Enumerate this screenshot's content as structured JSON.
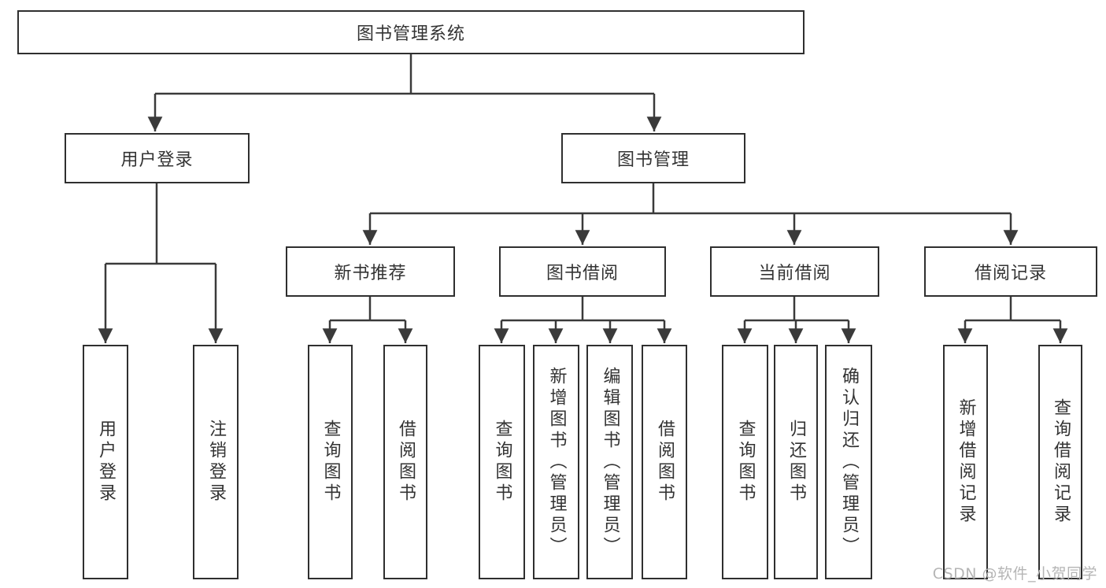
{
  "title": "图书管理系统",
  "branches": {
    "user": {
      "label": "用户登录",
      "leaves": [
        "用户登录",
        "注销登录"
      ]
    },
    "book": {
      "label": "图书管理",
      "sections": [
        {
          "label": "新书推荐",
          "leaves": [
            "查询图书",
            "借阅图书"
          ]
        },
        {
          "label": "图书借阅",
          "leaves": [
            "查询图书",
            "新增图书（管理员）",
            "编辑图书（管理员）",
            "借阅图书"
          ]
        },
        {
          "label": "当前借阅",
          "leaves": [
            "查询图书",
            "归还图书",
            "确认归还（管理员）"
          ]
        },
        {
          "label": "借阅记录",
          "leaves": [
            "新增借阅记录",
            "查询借阅记录"
          ]
        }
      ]
    }
  },
  "watermark": "CSDN @软件_小贺同学",
  "colors": {
    "line": "#3a3a3a",
    "border": "#2f2f2f",
    "text": "#333333",
    "watermark": "#b5b5b5",
    "background": "#ffffff"
  }
}
